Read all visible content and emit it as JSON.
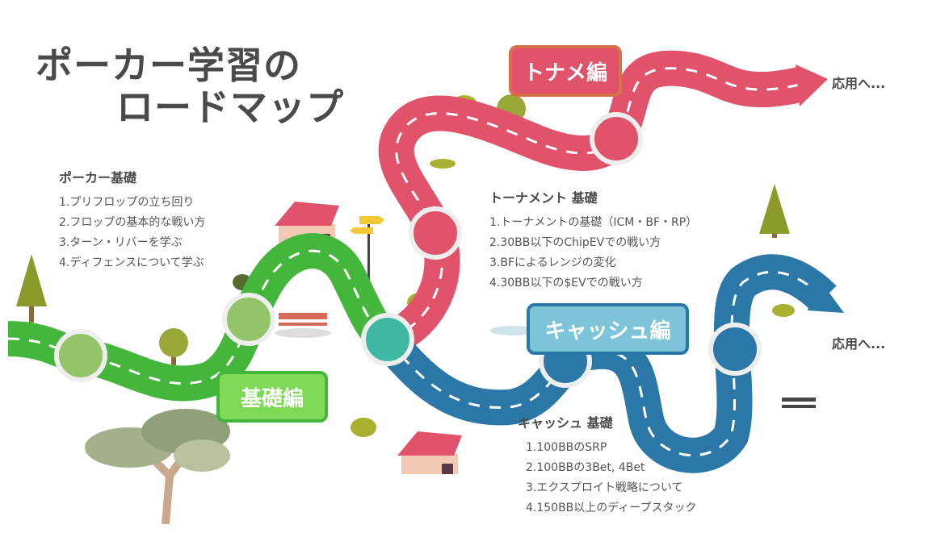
{
  "title": {
    "line1": "ポーカー学習の",
    "line2": "ロードマップ"
  },
  "sections": {
    "basics": {
      "heading": "ポーカー基礎",
      "items": [
        "1.プリフロップの立ち回り",
        "2.フロップの基本的な戦い方",
        "3.ターン・リバーを学ぶ",
        "4.ディフェンスについて学ぶ"
      ]
    },
    "tournament": {
      "heading": "トーナメント 基礎",
      "items": [
        "1.トーナメントの基礎（ICM・BF・RP）",
        "2.30BB以下のChipEVでの戦い方",
        "3.BFによるレンジの変化",
        "4.30BB以下の$EVでの戦い方"
      ]
    },
    "cash": {
      "heading": "キャッシュ 基礎",
      "items": [
        "1.100BBのSRP",
        "2.100BBの3Bet, 4Bet",
        "3.エクスプロイト戦略について",
        "4.150BB以上のディープスタック"
      ]
    }
  },
  "tags": {
    "basics": "基礎編",
    "tournament": "トナメ編",
    "cash": "キャッシュ編"
  },
  "apply": {
    "tournament": "応用へ...",
    "cash": "応用へ..."
  },
  "colors": {
    "green": "#44b63c",
    "red": "#e0536a",
    "blue": "#2b78a8",
    "teal": "#3fb8a4",
    "text": "#4a4a4a"
  }
}
